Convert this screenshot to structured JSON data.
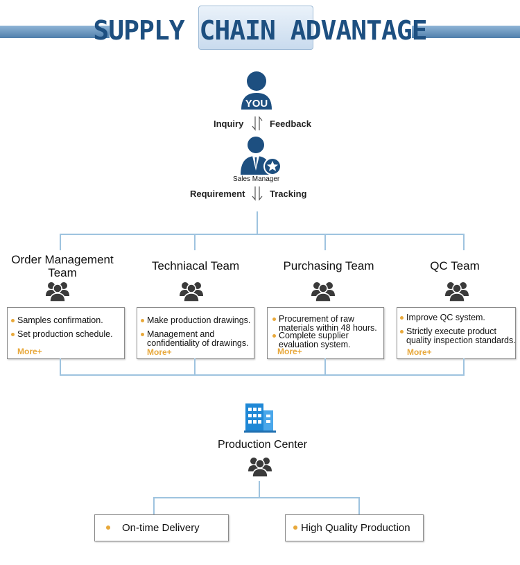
{
  "title": "SUPPLY CHAIN ADVANTAGE",
  "you_badge": "YOU",
  "inquiry": "Inquiry",
  "feedback": "Feedback",
  "sales_manager": "Sales Manager",
  "requirement": "Requirement",
  "tracking": "Tracking",
  "teams": [
    {
      "title_line1": "Order Management",
      "title_line2": "Team",
      "items": [
        "Samples confirmation.",
        "Set production schedule."
      ],
      "more": "More+"
    },
    {
      "title_line1": "Techniacal Team",
      "title_line2": "",
      "items": [
        "Make production drawings.",
        "Management and confidentiality of drawings."
      ],
      "more": "More+"
    },
    {
      "title_line1": "Purchasing Team",
      "title_line2": "",
      "items": [
        "Procurement of raw materials within 48 hours.",
        "Complete supplier evaluation system."
      ],
      "more": "More+"
    },
    {
      "title_line1": "QC Team",
      "title_line2": "",
      "items": [
        "Improve QC system.",
        "Strictly execute product quality inspection standards."
      ],
      "more": "More+"
    }
  ],
  "production_center": "Production Center",
  "results": [
    "On-time Delivery",
    "High Quality Production"
  ],
  "colors": {
    "accent": "#e8a83a",
    "navy": "#1d4f80",
    "connector": "#9ec3df",
    "icon_gray": "#3a3a3a"
  }
}
